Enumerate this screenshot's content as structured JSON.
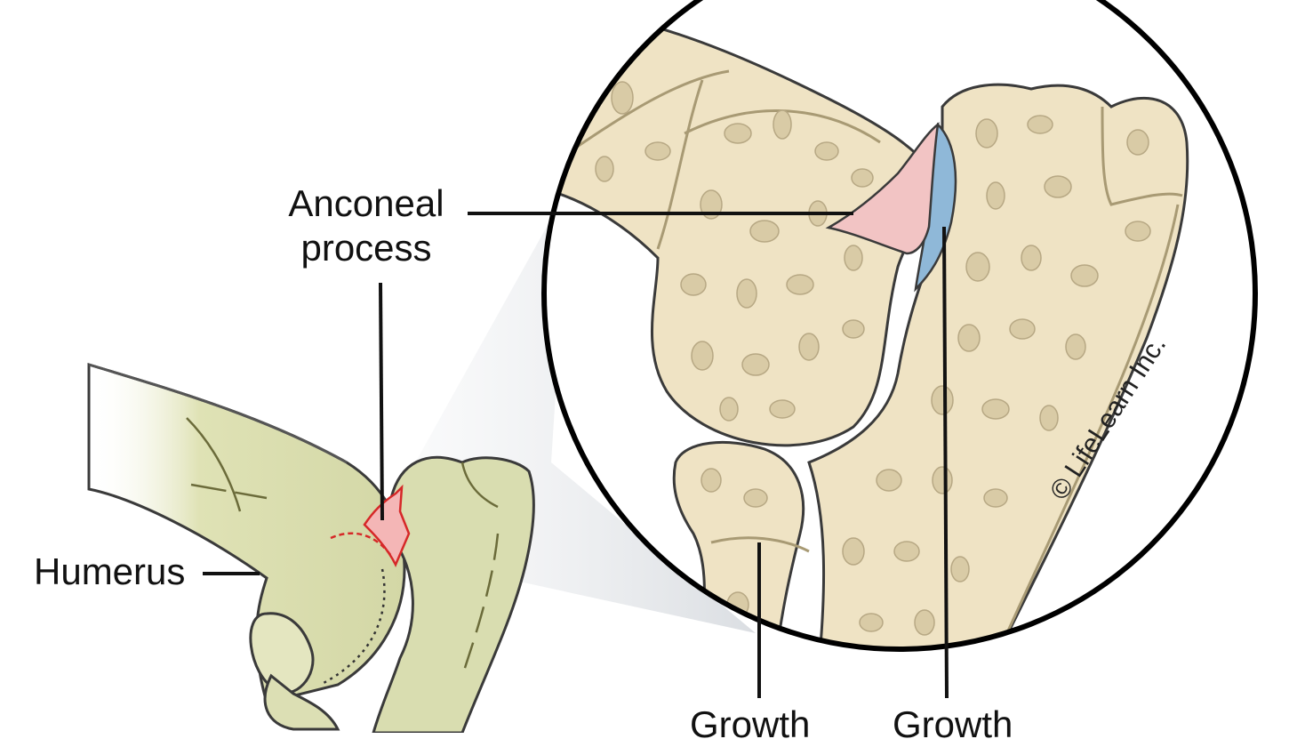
{
  "labels": {
    "anconeal_line1": "Anconeal",
    "anconeal_line2": "process",
    "humerus": "Humerus",
    "growth_left": "Growth",
    "growth_right": "Growth"
  },
  "watermark": "© LifeLearn Inc.",
  "colors": {
    "bone_fill": "#efe3c4",
    "bone_outline": "#3a3a3a",
    "trabecula": "#d9cba6",
    "anconeal_pink": "#f2b8b8",
    "growth_blue": "#8fb8d8",
    "elbow_green": "#d8dcae",
    "leader_line": "#111111"
  }
}
